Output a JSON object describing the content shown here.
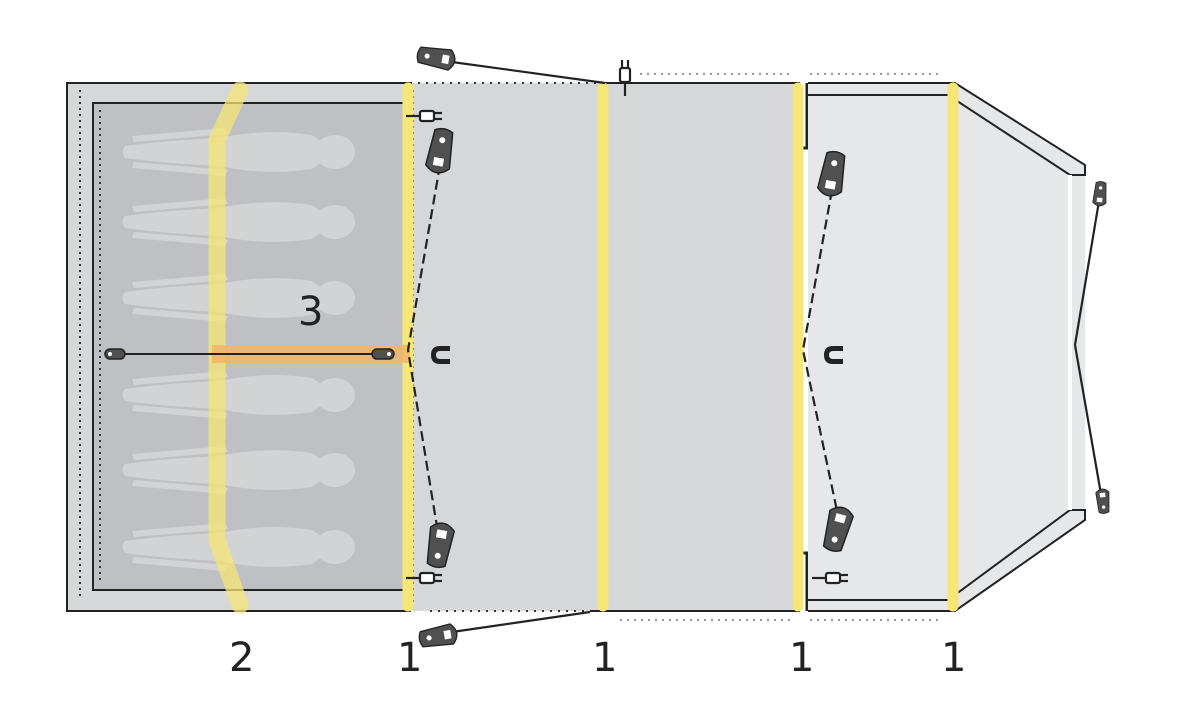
{
  "labels": {
    "section_left": "2",
    "sleeping_area": "3",
    "pole_1": "1",
    "pole_2": "1",
    "pole_3": "1",
    "pole_4": "1"
  },
  "colors": {
    "outline": "#222222",
    "main_fill": "#d6d7d9",
    "bedroom_fill": "#bfc0c3",
    "porch_fill": "#e6e7e9",
    "person": "#d2d3d5",
    "pole": "#f5e676",
    "pole_highlight": "#f0b56a",
    "peg": "#505050"
  },
  "icons": [
    "power-plug-icon",
    "magnet-icon",
    "peg-icon",
    "zip-icon"
  ]
}
